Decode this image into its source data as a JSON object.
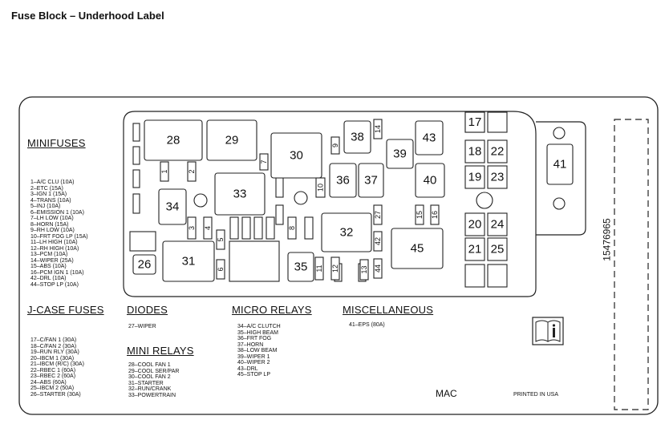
{
  "title": "Fuse Block – Underhood Label",
  "part_number": "15476965",
  "sections": {
    "minifuses": {
      "heading": "MINIFUSES",
      "items": [
        "1–A/C CLU (10A)",
        "2–ETC (15A)",
        "3–IGN 1 (15A)",
        "4–TRANS (10A)",
        "5–INJ (10A)",
        "6–EMISSION 1 (10A)",
        "7–LH LOW (10A)",
        "8–HORN (15A)",
        "9–RH LOW (10A)",
        "10–FRT FOG LP (15A)",
        "11–LH HIGH (10A)",
        "12–RH HIGH (10A)",
        "13–PCM (10A)",
        "14–WIPER (25A)",
        "15–ABS (10A)",
        "16–PCM IGN 1 (10A)",
        "42–DRL (10A)",
        "44–STOP LP (10A)"
      ]
    },
    "jcase": {
      "heading": "J-CASE FUSES",
      "items": [
        "17–C/FAN 1 (30A)",
        "18–C/FAN 2 (30A)",
        "19–RUN RLY (30A)",
        "20–IBCM 1 (30A)",
        "21–IBCM (R/C) (30A)",
        "22–RBEC 1 (60A)",
        "23–RBEC 2 (60A)",
        "24–ABS (60A)",
        "25–IBCM 2 (50A)",
        "26–STARTER (30A)"
      ]
    },
    "diodes": {
      "heading": "DIODES",
      "items": [
        "27–WIPER"
      ]
    },
    "mini_relays": {
      "heading": "MINI RELAYS",
      "items": [
        "28–COOL FAN 1",
        "29–COOL SER/PAR",
        "30–COOL FAN 2",
        "31–STARTER",
        "32–RUN/CRANK",
        "33–POWERTRAIN"
      ]
    },
    "micro_relays": {
      "heading": "MICRO RELAYS",
      "items": [
        "34–A/C CLUTCH",
        "35–HIGH BEAM",
        "36–FRT FOG",
        "37–HORN",
        "38–LOW BEAM",
        "39–WIPER 1",
        "40–WIPER 2",
        "43–DRL",
        "45–STOP LP"
      ]
    },
    "misc": {
      "heading": "MISCELLANEOUS",
      "items": [
        "41–EPS (80A)"
      ]
    }
  },
  "footer": {
    "mac": "MAC",
    "printed": "PRINTED IN USA"
  },
  "slots": {
    "big": [
      "28",
      "29",
      "30",
      "31",
      "32",
      "33",
      "34",
      "35",
      "36",
      "37",
      "38",
      "39",
      "40",
      "43",
      "45",
      "26",
      "41"
    ],
    "jcase": [
      "17",
      "18",
      "19",
      "20",
      "21",
      "22",
      "23",
      "24",
      "25"
    ],
    "mini": [
      "1",
      "2",
      "3",
      "4",
      "5",
      "6",
      "7",
      "8",
      "9",
      "10",
      "11",
      "12",
      "13",
      "14",
      "15",
      "16",
      "27",
      "42",
      "44"
    ]
  }
}
